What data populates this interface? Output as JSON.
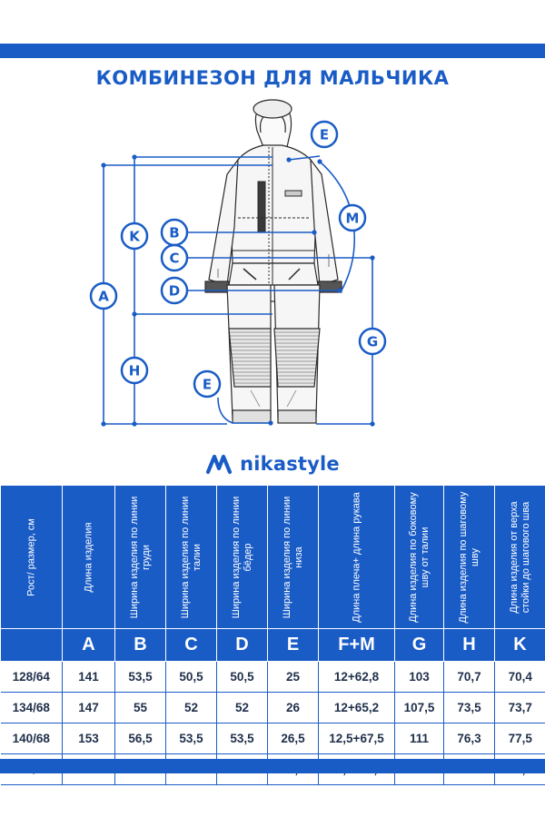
{
  "title": "КОМБИНЕЗОН ДЛЯ МАЛЬЧИКА",
  "brand": {
    "name": "nikastyle",
    "logo_icon": "nikastyle-logo-icon"
  },
  "colors": {
    "accent": "#1a5cc6",
    "text": "#1f2f4a",
    "background": "#ffffff"
  },
  "diagram": {
    "labels": {
      "A": "A",
      "K": "K",
      "B": "B",
      "C": "C",
      "D": "D",
      "E_top": "E",
      "M": "M",
      "G": "G",
      "H": "H",
      "E_bottom": "E"
    }
  },
  "table": {
    "headers": [
      "Рост/ размер, см",
      "Длина изделия",
      "Ширина изделия по линии груди",
      "Ширина изделия по линии талии",
      "Ширина изделия по линии бёдер",
      "Ширина изделия по линии низа",
      "Длина плеча+ длина рукава",
      "Длина изделия по боковому шву от талии",
      "Длина изделия по шаговому шву",
      "Длина изделия от верха стойки до шагового шва"
    ],
    "letters": [
      "",
      "A",
      "B",
      "C",
      "D",
      "E",
      "F+M",
      "G",
      "H",
      "K"
    ],
    "rows": [
      [
        "128/64",
        "141",
        "53,5",
        "50,5",
        "50,5",
        "25",
        "12+62,8",
        "103",
        "70,7",
        "70,4"
      ],
      [
        "134/68",
        "147",
        "55",
        "52",
        "52",
        "26",
        "12+65,2",
        "107,5",
        "73,5",
        "73,7"
      ],
      [
        "140/68",
        "153",
        "56,5",
        "53,5",
        "53,5",
        "26,5",
        "12,5+67,5",
        "111",
        "76,3",
        "77,5"
      ],
      [
        "146/72",
        "159",
        "57",
        "54",
        "54",
        "26,5",
        "12,5+69,8",
        "115",
        "79",
        "80,2"
      ]
    ]
  }
}
